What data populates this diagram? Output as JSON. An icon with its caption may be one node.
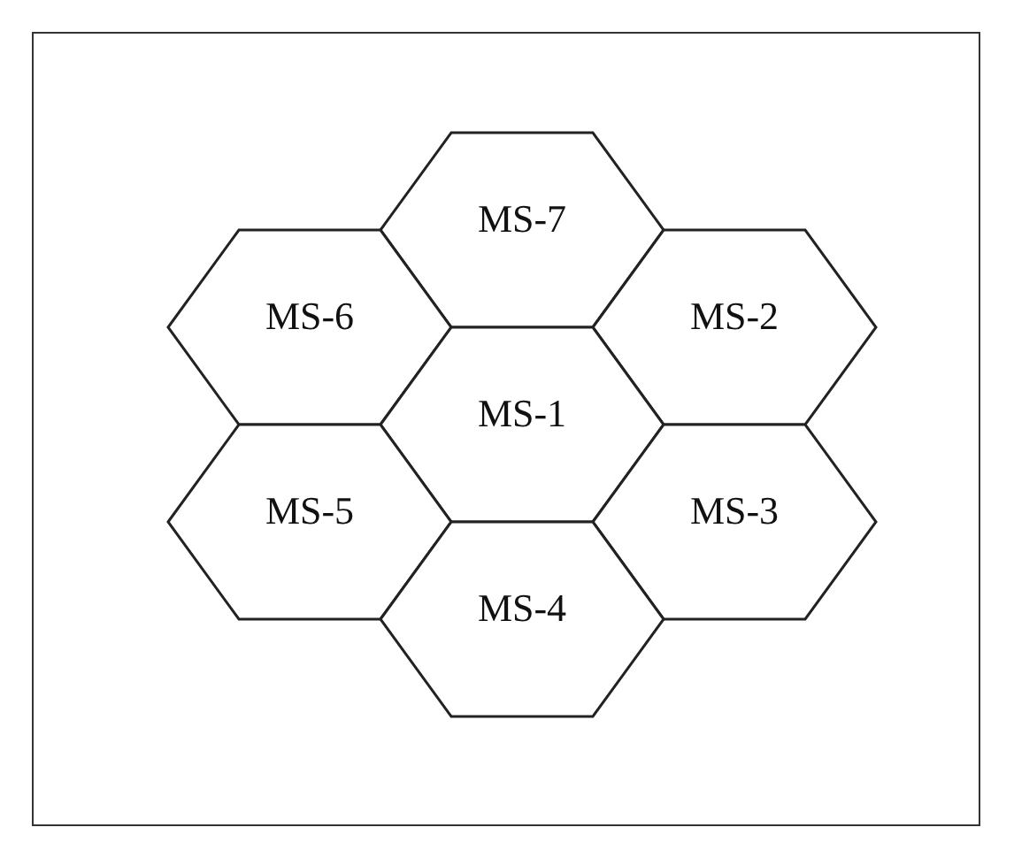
{
  "diagram": {
    "nodes": [
      {
        "text": [
          "MS-7"
        ]
      },
      {
        "text": [
          "MS-6"
        ]
      },
      {
        "text": [
          "MS-2"
        ]
      },
      {
        "text": [
          "MS-1"
        ]
      },
      {
        "text": [
          "MS-5"
        ]
      },
      {
        "text": [
          "MS-3"
        ]
      },
      {
        "text": [
          "MS-4"
        ]
      }
    ]
  }
}
